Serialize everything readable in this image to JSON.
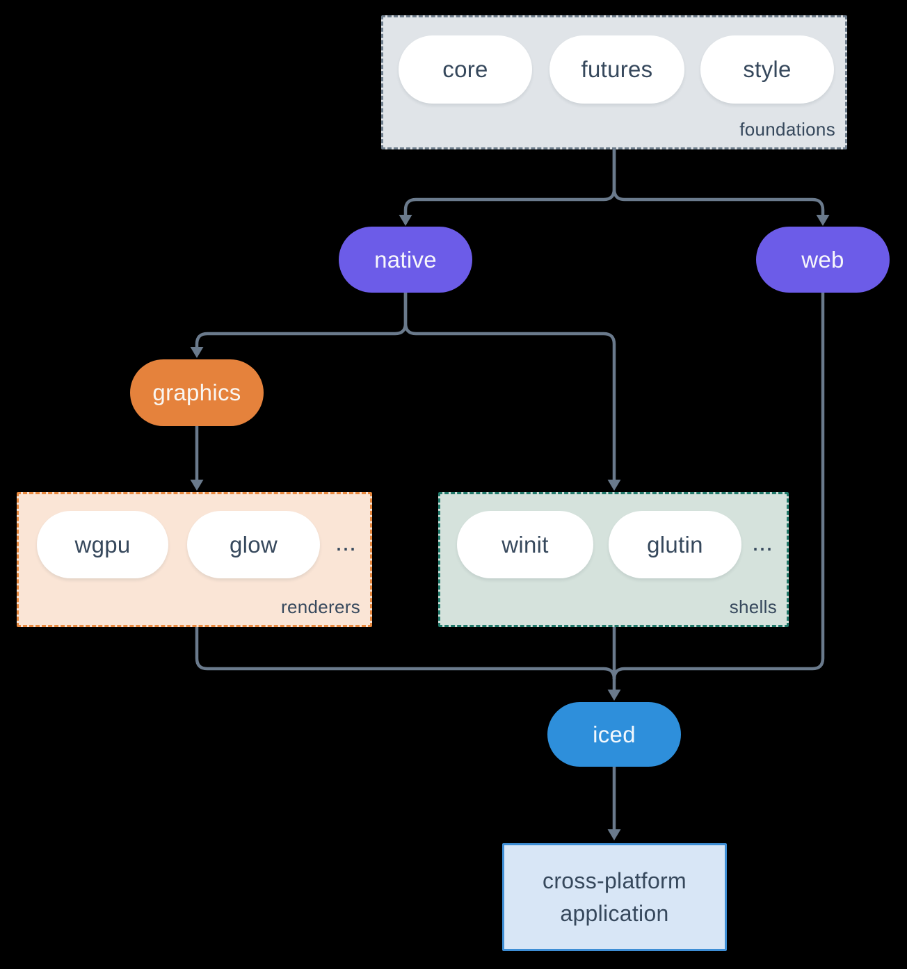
{
  "colors": {
    "background": "#000000",
    "arrow": "#6a7a8c",
    "node_text_dark": "#36485c",
    "purple_node": "#6c5ce8",
    "orange_node": "#e5823c",
    "blue_node": "#2e8fdb",
    "foundations_fill": "#e0e4e8",
    "foundations_border": "#6e7d8c",
    "renderers_fill": "#fae5d6",
    "renderers_border": "#e8893f",
    "shells_fill": "#d5e2dc",
    "shells_border": "#20796a",
    "application_fill": "#d8e6f6",
    "application_border": "#3e8ed5"
  },
  "foundations": {
    "label": "foundations",
    "pills": [
      "core",
      "futures",
      "style"
    ]
  },
  "native": {
    "label": "native"
  },
  "web": {
    "label": "web"
  },
  "graphics": {
    "label": "graphics"
  },
  "renderers": {
    "label": "renderers",
    "pills": [
      "wgpu",
      "glow"
    ],
    "ellipsis": "..."
  },
  "shells": {
    "label": "shells",
    "pills": [
      "winit",
      "glutin"
    ],
    "ellipsis": "..."
  },
  "iced": {
    "label": "iced"
  },
  "application": {
    "line1": "cross-platform",
    "line2": "application"
  }
}
